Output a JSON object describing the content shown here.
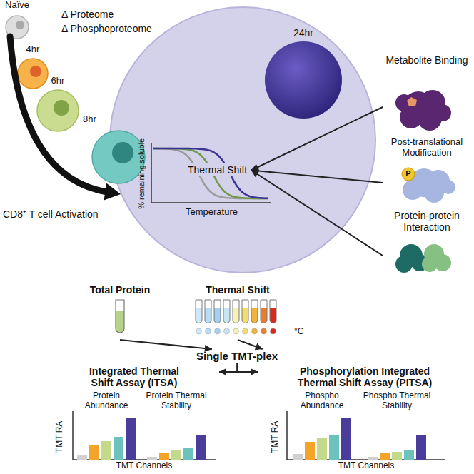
{
  "diagram": {
    "nodes": [
      {
        "text": [
          "Naïve"
        ]
      },
      {
        "text": [
          "4hr"
        ]
      },
      {
        "text": [
          "6hr"
        ]
      },
      {
        "text": [
          "8hr"
        ]
      },
      {
        "text": [
          "% remaining soluble",
          "Temperature"
        ]
      },
      {
        "text": [
          "24hr"
        ],
        "in": 4
      },
      {
        "text": [
          "Thermal Shift"
        ],
        "in": 4
      },
      {
        "text": [
          "Metabolite Binding"
        ]
      },
      {
        "text": [
          "Post-translational Modification"
        ]
      },
      {
        "text": [
          "Protein-protein Interaction"
        ]
      },
      {
        "text": [
          "Total Protein"
        ]
      },
      {
        "text": [
          "Thermal Shift"
        ]
      },
      {
        "text": [
          "Single TMT-plex"
        ]
      },
      {
        "text": [
          "Integrated Thermal Shift Assay (ITSA)"
        ]
      },
      {
        "text": [
          "Phosphorylation Integrated Thermal Shift Assay (PITSA)"
        ]
      }
    ],
    "edges": [
      {
        "from": 0,
        "to": 4,
        "arrow": "to"
      },
      {
        "from": 7,
        "to": 6,
        "arrow": "to"
      },
      {
        "from": 8,
        "to": 6,
        "arrow": "to"
      },
      {
        "from": 9,
        "to": 6,
        "arrow": "to"
      },
      {
        "from": 10,
        "to": 12,
        "arrow": "to"
      },
      {
        "from": 11,
        "to": 12,
        "arrow": "to"
      },
      {
        "from": 12,
        "to": 13,
        "arrow": "to"
      },
      {
        "from": 12,
        "to": 14,
        "arrow": "to"
      }
    ],
    "labels": [
      "Δ Proteome",
      "Δ Phosphoproteome",
      "CD8⁺ T cell Activation",
      "P",
      "°C",
      "Protein Abundance",
      "Protein Thermal Stability",
      "TMT RA",
      "TMT Channels",
      "Phospho Abundance",
      "Phospho Thermal Stability",
      "TMT RA",
      "TMT Channels"
    ]
  }
}
